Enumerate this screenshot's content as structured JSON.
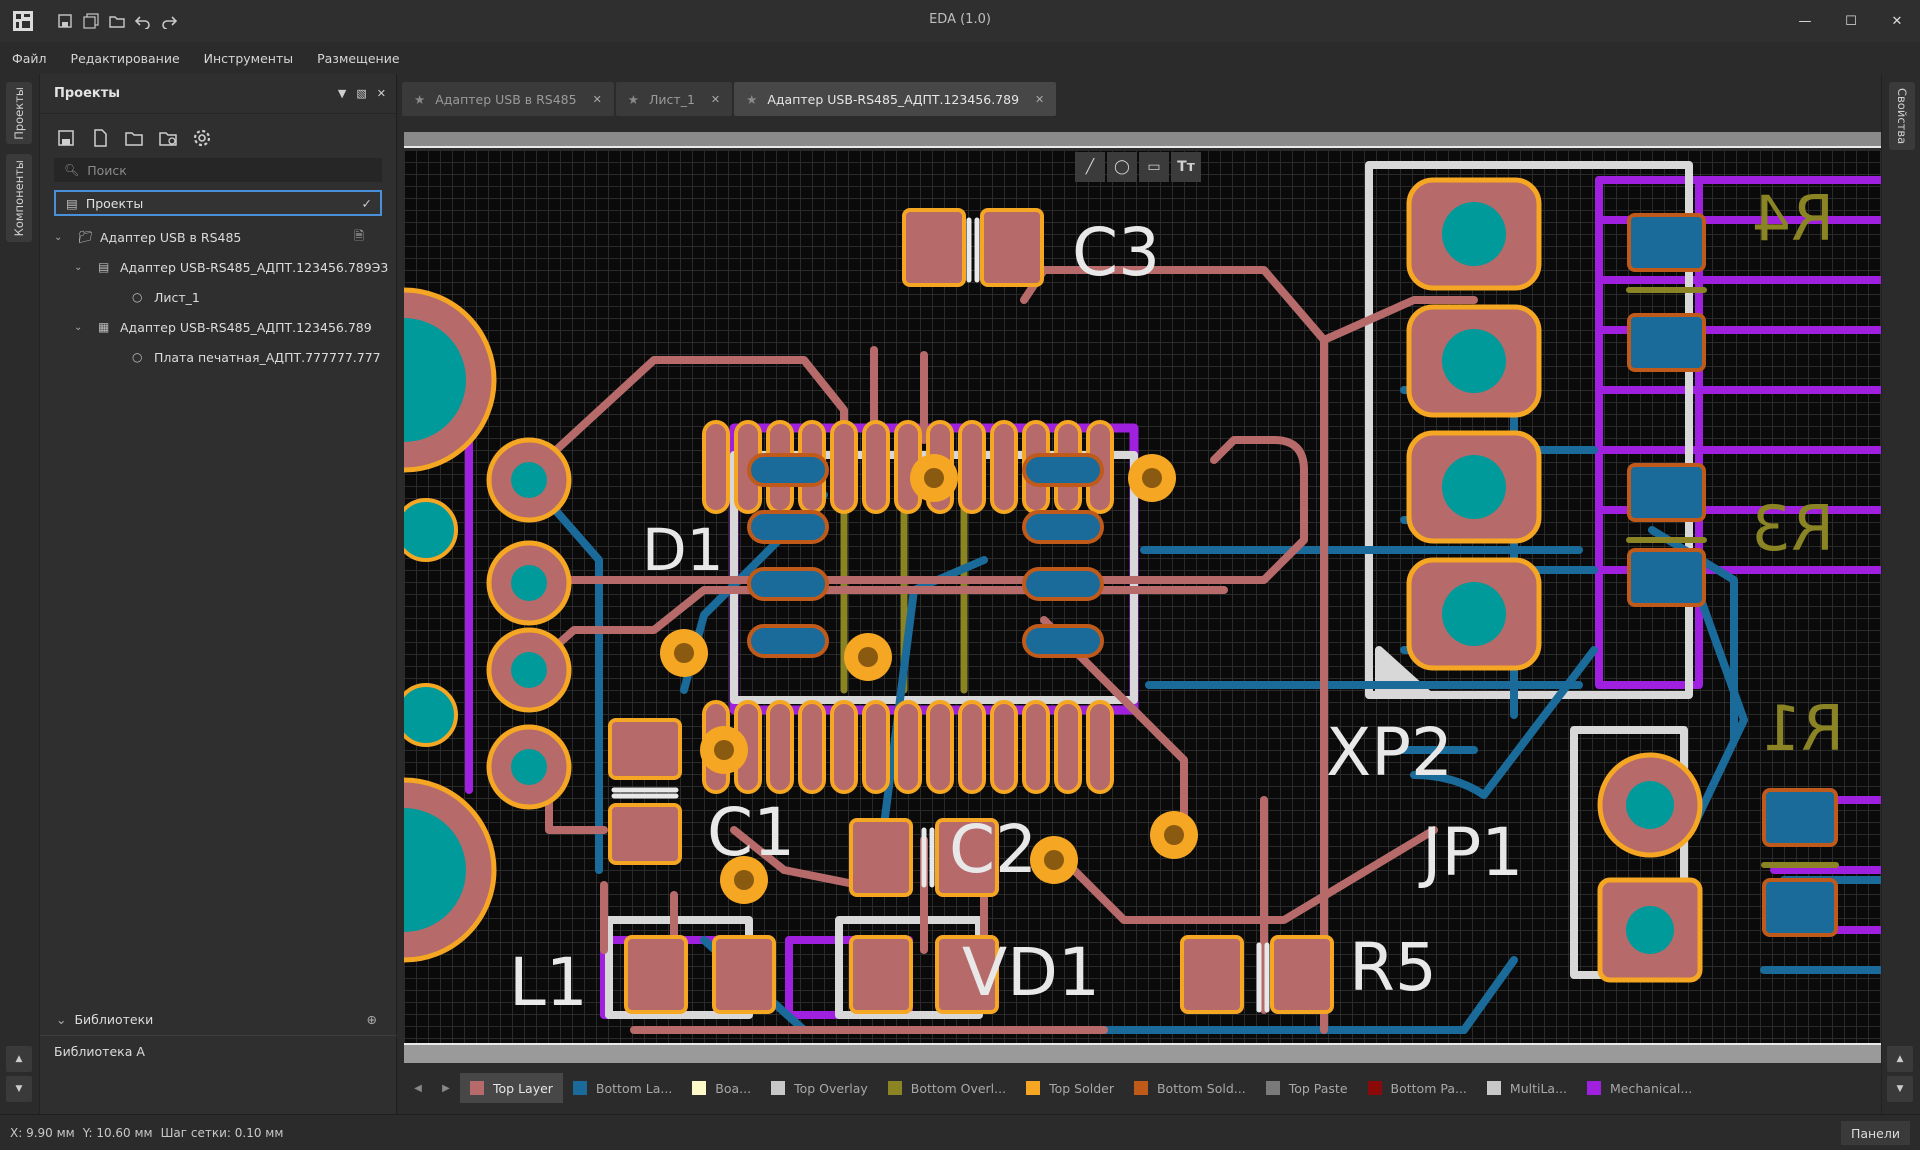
{
  "window": {
    "title": "EDA (1.0)"
  },
  "menu": [
    "Файл",
    "Редактирование",
    "Инструменты",
    "Размещение"
  ],
  "left_tabs": [
    "Проекты",
    "Компоненты"
  ],
  "right_tabs": [
    "Свойства"
  ],
  "project_panel": {
    "title": "Проекты",
    "search_placeholder": "Поиск",
    "selector_value": "Проекты",
    "tree": [
      {
        "label": "Адаптер USB в RS485",
        "level": 0,
        "icon": "folder-icon"
      },
      {
        "label": "Адаптер USB-RS485_АДПТ.123456.789Э3",
        "level": 1,
        "icon": "schematic-icon"
      },
      {
        "label": "Лист_1",
        "level": 2,
        "icon": "circle-icon"
      },
      {
        "label": "Адаптер USB-RS485_АДПТ.123456.789",
        "level": 1,
        "icon": "pcb-icon"
      },
      {
        "label": "Плата печатная_АДПТ.777777.777",
        "level": 2,
        "icon": "circle-icon"
      }
    ],
    "libraries_title": "Библиотеки",
    "libraries": [
      "Библиотека А"
    ]
  },
  "doc_tabs": [
    {
      "label": "Адаптер USB в RS485",
      "active": false
    },
    {
      "label": "Лист_1",
      "active": false
    },
    {
      "label": "Адаптер USB-RS485_АДПТ.123456.789",
      "active": true
    }
  ],
  "designators": {
    "c3": "C3",
    "c1": "C1",
    "c2": "C2",
    "d1": "D1",
    "l1": "L1",
    "vd1": "VD1",
    "r5": "R5",
    "xp2": "XP2",
    "jp1": "JP1",
    "r1": "R1",
    "r3": "R3",
    "r4": "R4"
  },
  "float_toolbar": {
    "text_tool": "Tт"
  },
  "layers": [
    {
      "name": "Top Layer",
      "color": "#b66a6a",
      "active": true
    },
    {
      "name": "Bottom La...",
      "color": "#1a6b9a",
      "active": false
    },
    {
      "name": "Boa...",
      "color": "#fff8c8",
      "active": false
    },
    {
      "name": "Top Overlay",
      "color": "#c8c8c8",
      "active": false
    },
    {
      "name": "Bottom Overl...",
      "color": "#8a8424",
      "active": false
    },
    {
      "name": "Top Solder",
      "color": "#f5a623",
      "active": false
    },
    {
      "name": "Bottom Sold...",
      "color": "#c05a1a",
      "active": false
    },
    {
      "name": "Top Paste",
      "color": "#7a7a7a",
      "active": false
    },
    {
      "name": "Bottom Pa...",
      "color": "#8a0a0a",
      "active": false
    },
    {
      "name": "MultiLa...",
      "color": "#c8c8c8",
      "active": false
    },
    {
      "name": "Mechanical...",
      "color": "#a020e0",
      "active": false
    }
  ],
  "status": {
    "x": "X: 9.90 мм",
    "y": "Y: 10.60 мм",
    "grid": "Шаг сетки: 0.10 мм",
    "panels_button": "Панели"
  },
  "colors": {
    "top_copper": "#b66a6a",
    "bottom_copper": "#1a6b9a",
    "solder": "#f5a623",
    "mechanical": "#a020e0",
    "overlay": "#d0d0d0",
    "via_hole": "#009a9a",
    "accent": "#4a90d9"
  }
}
